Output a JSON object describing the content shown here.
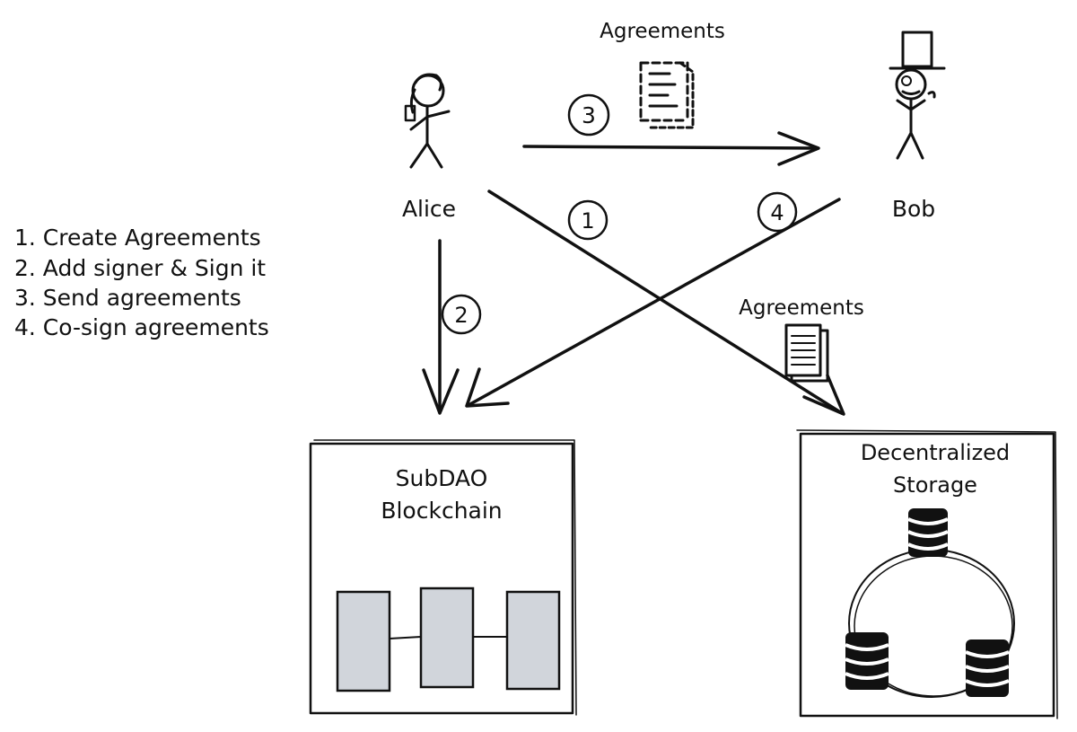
{
  "steps": [
    "1. Create Agreements",
    "2. Add signer & Sign it",
    "3. Send agreements",
    "4. Co-sign agreements"
  ],
  "actors": {
    "alice": "Alice",
    "bob": "Bob"
  },
  "step_markers": {
    "one": "1",
    "two": "2",
    "three": "3",
    "four": "4"
  },
  "documents": {
    "top_label": "Agreements",
    "bottom_label": "Agreements"
  },
  "blockchain": {
    "line1": "SubDAO",
    "line2": "Blockchain",
    "block_fill": "#d1d5db"
  },
  "storage": {
    "line1": "Decentralized",
    "line2": "Storage"
  },
  "colors": {
    "ink": "#111111",
    "background": "#ffffff"
  }
}
